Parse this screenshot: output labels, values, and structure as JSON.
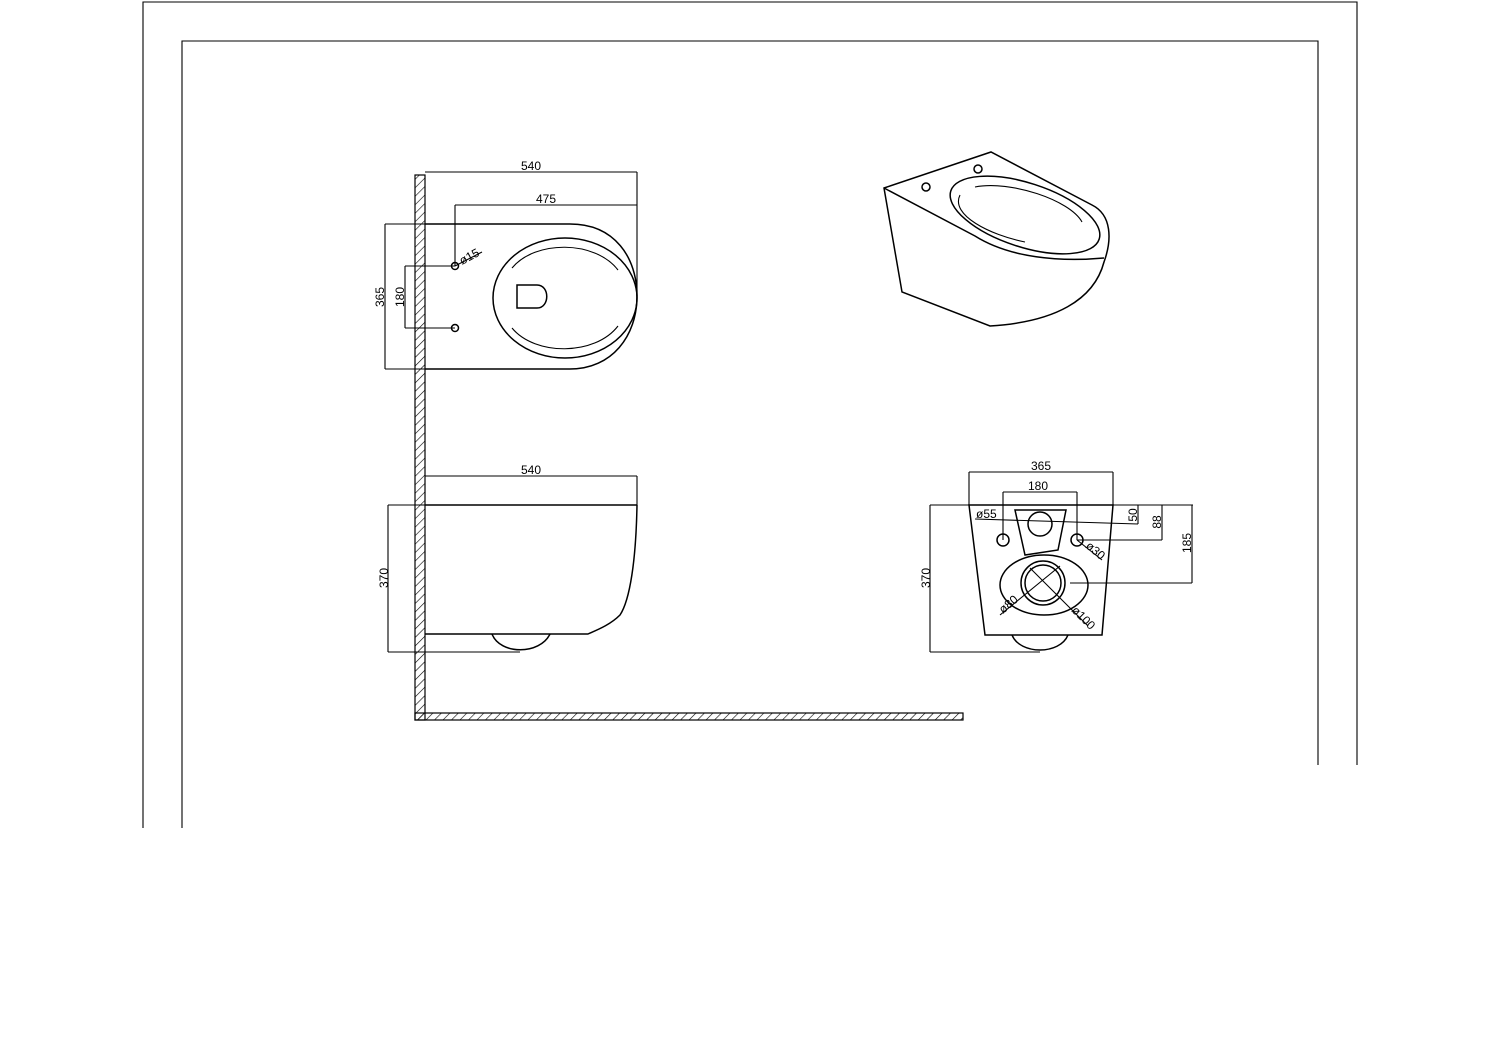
{
  "colors": {
    "line": "#000000",
    "background": "#ffffff"
  },
  "top_view": {
    "overall_length": "540",
    "fixing_distance": "475",
    "width": "365",
    "fixing_spacing": "180",
    "fixing_hole": "ø15"
  },
  "side_view": {
    "overall_length": "540",
    "height": "370"
  },
  "front_view": {
    "width": "365",
    "inlet_spacing": "180",
    "height": "370",
    "inlet_height_a": "50",
    "inlet_height_b": "88",
    "outlet_height": "185",
    "inlet_diameter": "ø55",
    "hole_diameter": "ø30",
    "outlet_inner": "ø80",
    "outlet_outer": "ø100"
  }
}
